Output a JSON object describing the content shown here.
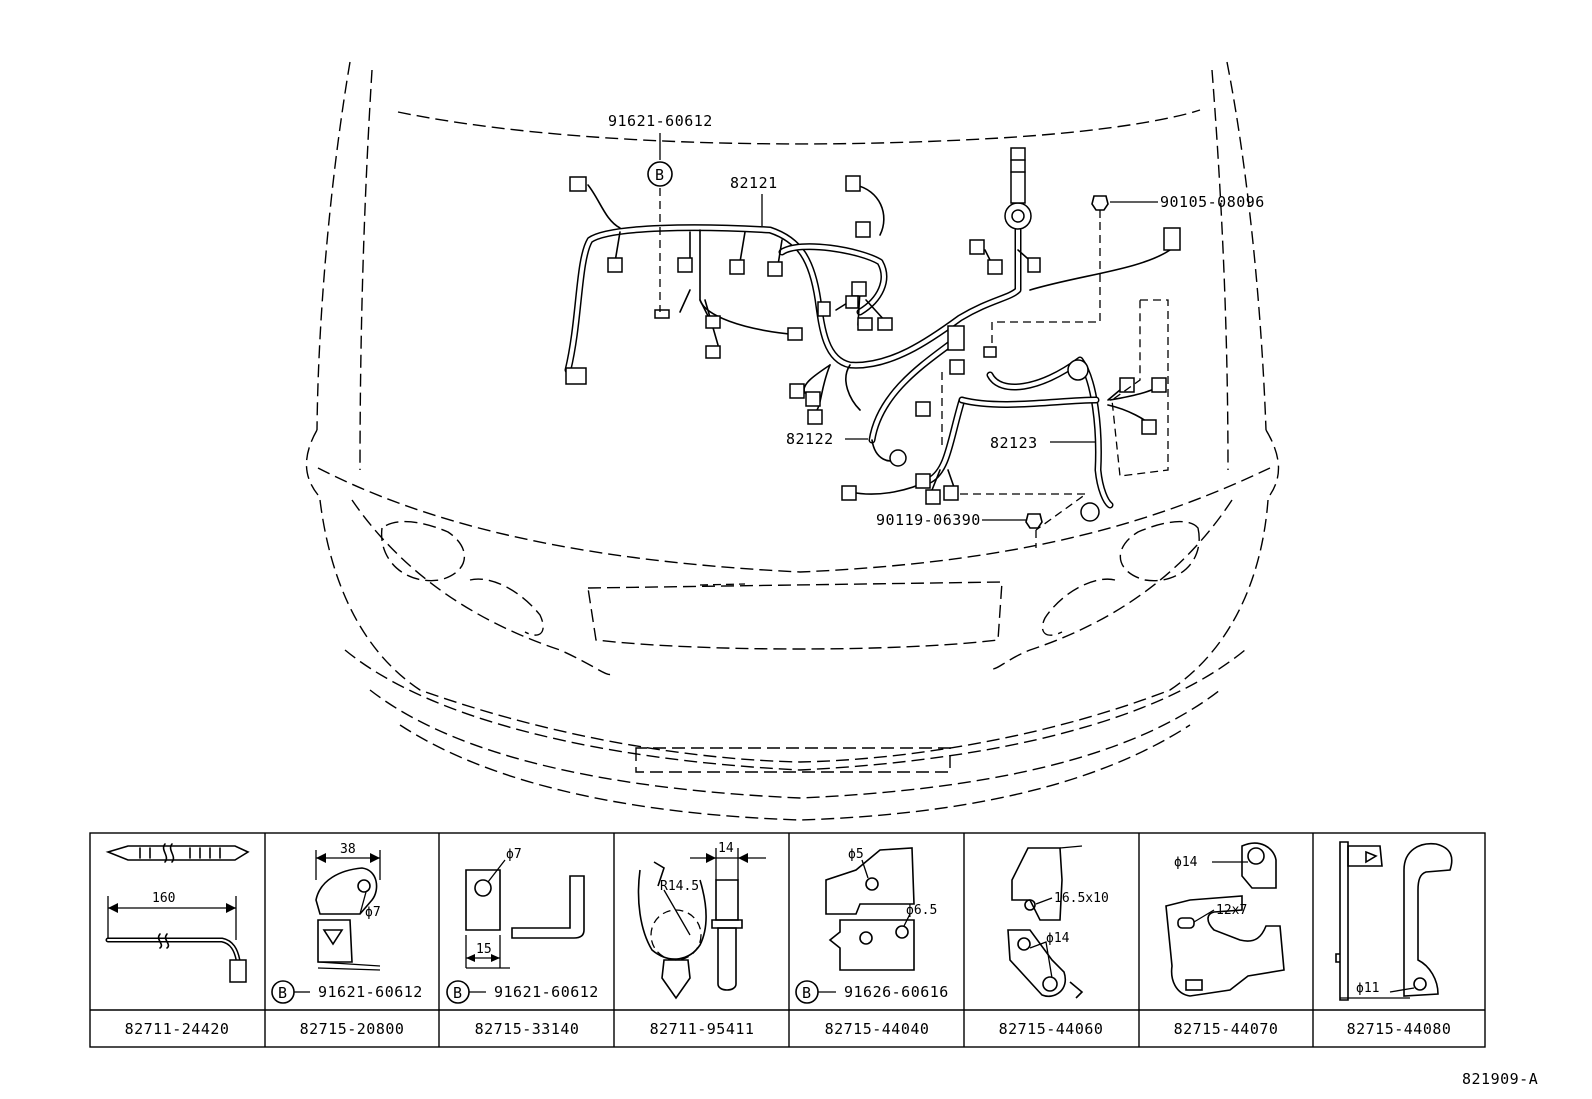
{
  "diagram_id": "821909-A",
  "callouts": {
    "bolt_top": "91621-60612",
    "b_marker": "B",
    "harness_1": "82121",
    "harness_2": "82122",
    "harness_3": "82123",
    "bolt_right": "90105-08096",
    "bolt_bottom": "90119-06390"
  },
  "parts": [
    {
      "part_no": "82711-24420",
      "dims": [
        "160"
      ],
      "ref": null
    },
    {
      "part_no": "82715-20800",
      "dims": [
        "38",
        "ϕ7"
      ],
      "ref": {
        "marker": "B",
        "part_no": "91621-60612"
      }
    },
    {
      "part_no": "82715-33140",
      "dims": [
        "ϕ7",
        "15"
      ],
      "ref": {
        "marker": "B",
        "part_no": "91621-60612"
      }
    },
    {
      "part_no": "82711-95411",
      "dims": [
        "14",
        "R14.5"
      ],
      "ref": null
    },
    {
      "part_no": "82715-44040",
      "dims": [
        "ϕ5",
        "ϕ6.5"
      ],
      "ref": {
        "marker": "B",
        "part_no": "91626-60616"
      }
    },
    {
      "part_no": "82715-44060",
      "dims": [
        "16.5x10",
        "ϕ14"
      ],
      "ref": null
    },
    {
      "part_no": "82715-44070",
      "dims": [
        "ϕ14",
        "12x7"
      ],
      "ref": null
    },
    {
      "part_no": "82715-44080",
      "dims": [
        "ϕ11"
      ],
      "ref": null
    }
  ]
}
